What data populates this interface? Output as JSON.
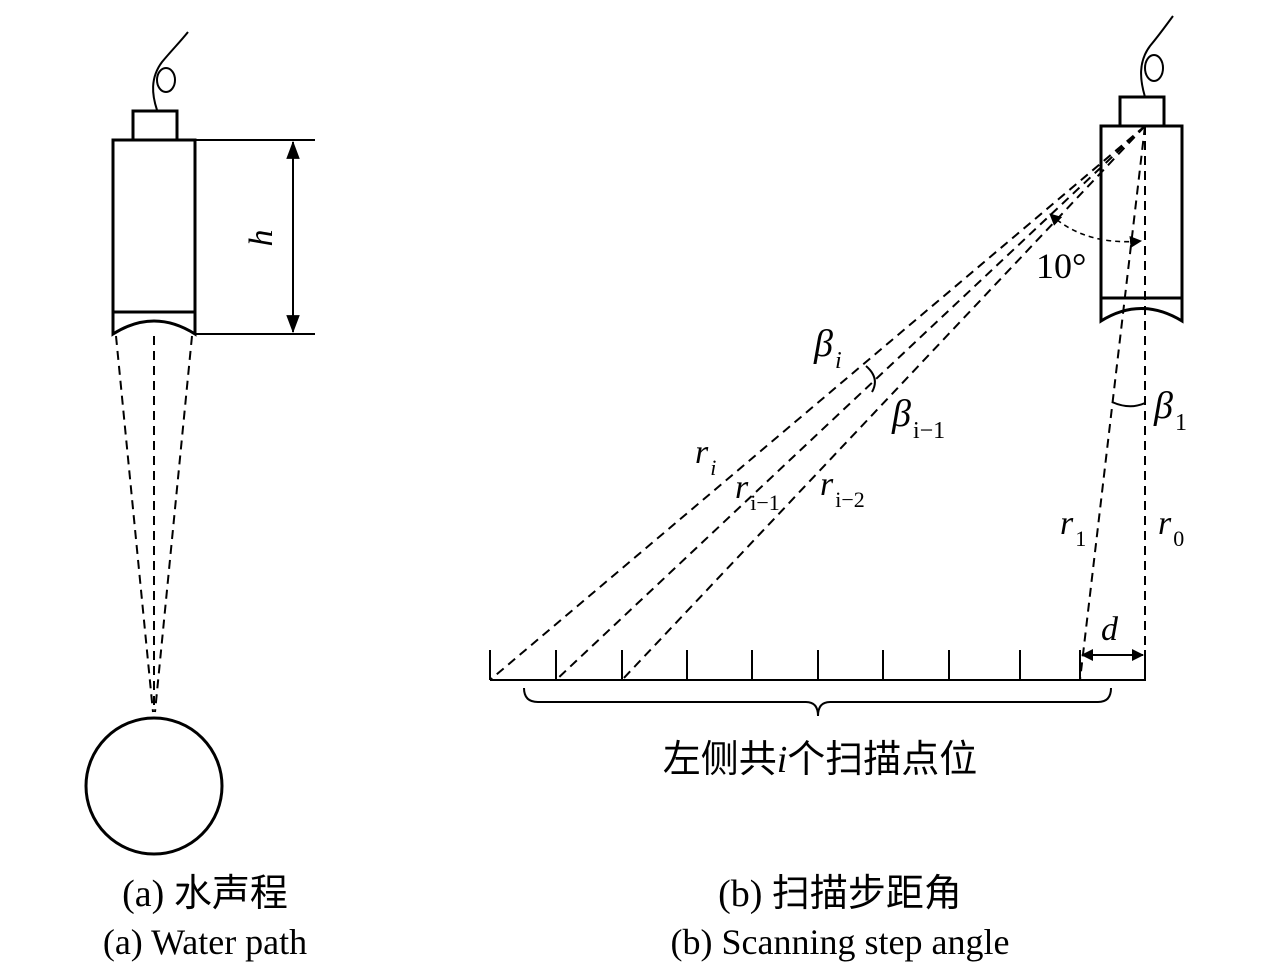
{
  "labels": {
    "height_symbol": "h",
    "angle_value": "10°",
    "beta_i": "β",
    "beta_i_sub": "i",
    "beta_i_minus_1": "β",
    "beta_i_minus_1_sub": "i−1",
    "beta_1": "β",
    "beta_1_sub": "1",
    "r_i": "r",
    "r_i_sub": "i",
    "r_i_minus_1": "r",
    "r_i_minus_1_sub": "i−1",
    "r_i_minus_2": "r",
    "r_i_minus_2_sub": "i−2",
    "r_1": "r",
    "r_1_sub": "1",
    "r_0": "r",
    "r_0_sub": "0",
    "step_d": "d",
    "scan_points": "左侧共",
    "scan_points_var": "i",
    "scan_points_tail": "个扫描点位"
  },
  "captions": {
    "a_cn": "(a) 水声程",
    "a_en": "(a) Water path",
    "b_cn": "(b) 扫描步距角",
    "b_en": "(b) Scanning step angle"
  },
  "colors": {
    "ink": "#000000",
    "background": "#ffffff"
  }
}
